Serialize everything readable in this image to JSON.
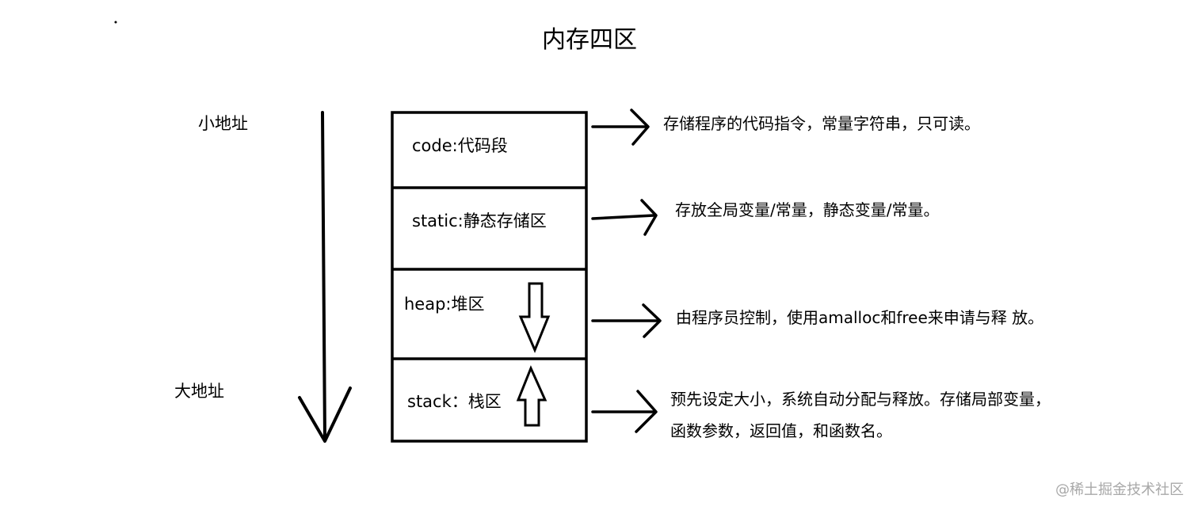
{
  "title": "内存四区",
  "address_labels": {
    "low": "小地址",
    "high": "大地址"
  },
  "segments": [
    {
      "label": "code:代码段",
      "description": "存储程序的代码指令，常量字符串，只可读。"
    },
    {
      "label": "static:静态存储区",
      "description": "存放全局变量/常量，静态变量/常量。"
    },
    {
      "label": "heap:堆区",
      "description": "由程序员控制，使用amalloc和free来申请与释 放。"
    },
    {
      "label": "stack：栈区",
      "description_lines": [
        "预先设定大小，系统自动分配与释放。存储局部变量，",
        "函数参数，返回值，和函数名。"
      ]
    }
  ],
  "watermark": "@稀土掘金技术社区",
  "colors": {
    "stroke": "#000000",
    "background": "#ffffff",
    "watermark": "#a8a8a8"
  },
  "icons": {
    "address_direction": "down-arrow-icon",
    "heap_growth": "hollow-down-arrow-icon",
    "stack_growth": "hollow-up-arrow-icon",
    "pointer": "right-arrow-icon"
  }
}
